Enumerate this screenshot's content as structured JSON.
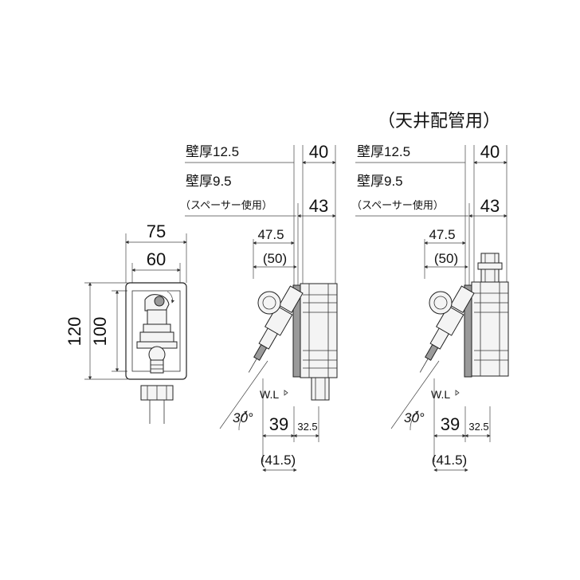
{
  "front_view": {
    "width_outer": "75",
    "width_inner": "60",
    "height_outer": "120",
    "height_inner": "100"
  },
  "side_view_left": {
    "wall_125": "壁厚12.5",
    "wall_95": "壁厚9.5",
    "spacer_note": "（スペーサー使用）",
    "dim_40": "40",
    "dim_43": "43",
    "dim_475": "47.5",
    "dim_50": "(50)",
    "wl": "W.L",
    "angle": "30°",
    "dim_39": "39",
    "dim_325": "32.5",
    "dim_415": "(41.5)"
  },
  "side_view_right": {
    "title": "（天井配管用）",
    "wall_125": "壁厚12.5",
    "wall_95": "壁厚9.5",
    "spacer_note": "（スペーサー使用）",
    "dim_40": "40",
    "dim_43": "43",
    "dim_475": "47.5",
    "dim_50": "(50)",
    "wl": "W.L",
    "angle": "30°",
    "dim_39": "39",
    "dim_325": "32.5",
    "dim_415": "(41.5)"
  }
}
